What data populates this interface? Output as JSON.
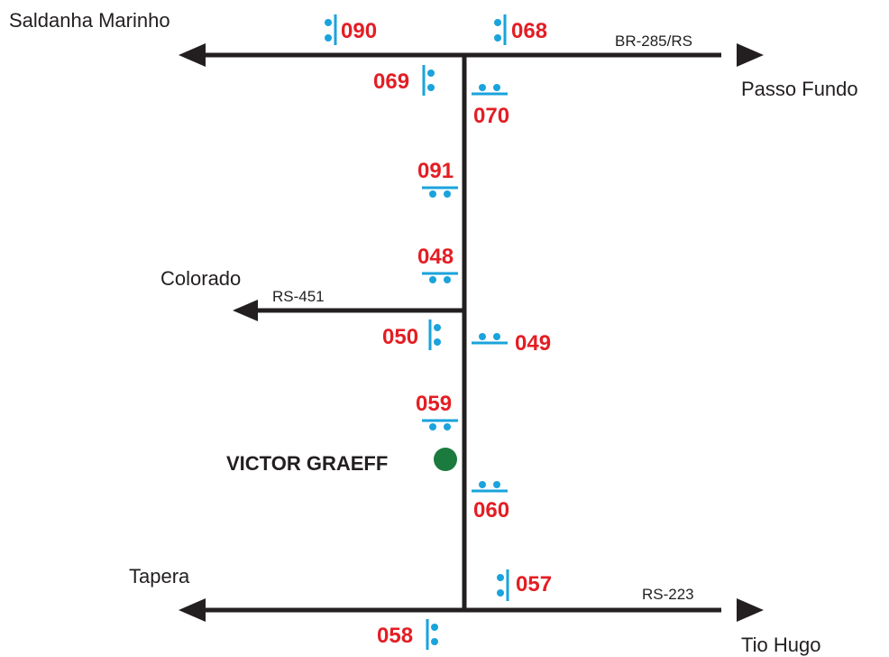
{
  "colors": {
    "road": "#231f20",
    "station_code": "#e31e24",
    "station_symbol": "#1aa3dc",
    "town_marker": "#1b7a3e"
  },
  "cities": {
    "northwest": "Saldanha Marinho",
    "northeast": "Passo Fundo",
    "west": "Colorado",
    "southwest": "Tapera",
    "southeast": "Tio Hugo"
  },
  "roads": {
    "north": "BR-285/RS",
    "west": "RS-451",
    "south": "RS-223"
  },
  "town": "VICTOR GRAEFF",
  "stations": {
    "s090": "090",
    "s068": "068",
    "s069": "069",
    "s070": "070",
    "s091": "091",
    "s048": "048",
    "s050": "050",
    "s049": "049",
    "s059": "059",
    "s060": "060",
    "s057": "057",
    "s058": "058"
  }
}
